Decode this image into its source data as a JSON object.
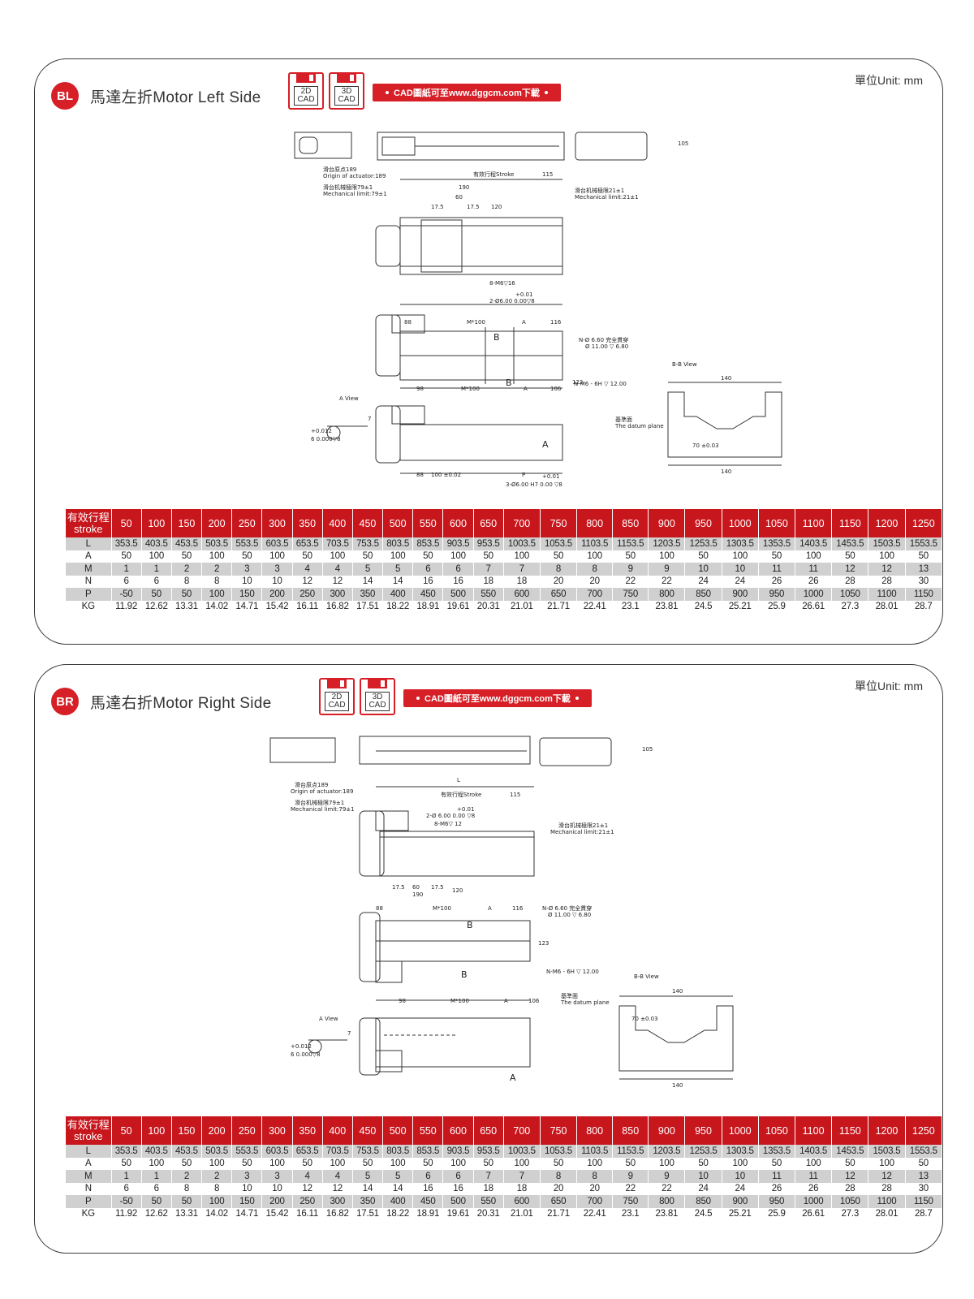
{
  "unit_label": "單位Unit: mm",
  "cad": {
    "label_2d_top": "2D",
    "label_2d_bottom": "CAD",
    "label_3d_top": "3D",
    "label_3d_bottom": "CAD",
    "link": "CAD圖紙可至www.dggcm.com下載"
  },
  "colors": {
    "accent": "#d61f26",
    "header": "#c8161d",
    "shade": "#d0d0d0"
  },
  "sections": [
    {
      "badge": "BL",
      "title": "馬達左折Motor Left Side",
      "drawing": {
        "origin_zh": "滑台原点189",
        "origin_en": "Origin of actuator:189",
        "mech_left_zh": "滑台机械極限79±1",
        "mech_left_en": "Mechanical limit:79±1",
        "mech_right_zh": "滑台机械極限21±1",
        "mech_right_en": "Mechanical limit:21±1",
        "stroke": "有效行程Stroke",
        "d115": "115",
        "d190": "190",
        "d60": "60",
        "d175a": "17.5",
        "d175b": "17.5",
        "d120": "120",
        "m6": "8-M6▽16",
        "pin": "2-Ø6.00 0.00▽8",
        "tol": "+0.01",
        "d88": "88",
        "m100": "M*100",
        "a": "A",
        "d116": "116",
        "d98": "98",
        "d106": "106",
        "n_hole": "N-Ø 6.60 完全貫穿",
        "n_cb": "Ø 11.00 ▽ 6.80",
        "n_m6": "N-M6 - 6H ▽ 12.00",
        "d123": "123",
        "d105": "105",
        "b": "B",
        "bb_view": "B-B View",
        "d140": "140",
        "datum_zh": "基準面",
        "datum_en": "The datum plane",
        "d70": "70 ±0.03",
        "a_view": "A View",
        "a_tol": "+0.012",
        "a_dim": "6 0.000▽8",
        "a_7": "7",
        "p": "P",
        "p100": "100 ±0.02",
        "p3": "3-Ø6.00 H7  0.00 ▽8",
        "a_mark": "A"
      }
    },
    {
      "badge": "BR",
      "title": "馬達右折Motor Right Side",
      "drawing": {
        "origin_zh": "滑台原点189",
        "origin_en": "Origin of actuator:189",
        "mech_left_zh": "滑台机械極限79±1",
        "mech_left_en": "Mechanical limit:79±1",
        "mech_right_zh": "滑台机械極限21±1",
        "mech_right_en": "Mechanical limit:21±1",
        "stroke": "有效行程Stroke",
        "d115": "115",
        "d190": "190",
        "d60": "60",
        "d175a": "17.5",
        "d175b": "17.5",
        "d120": "120",
        "m6": "8-M6▽ 12",
        "pin": "2-Ø 6.00  0.00 ▽8",
        "tol": "+0.01",
        "l": "L",
        "d88": "88",
        "m100": "M*100",
        "a": "A",
        "d116": "116",
        "d98": "98",
        "d106": "106",
        "n_hole": "N-Ø 6.60 完全貫穿",
        "n_cb": "Ø 11.00 ▽ 6.80",
        "n_m6": "N-M6 - 6H ▽ 12.00",
        "d123": "123",
        "d105": "105",
        "b": "B",
        "bb_view": "B-B View",
        "d140": "140",
        "datum_zh": "基準面",
        "datum_en": "The datum plane",
        "d70": "70 ±0.03",
        "a_view": "A View",
        "a_tol": "+0.012",
        "a_dim": "6 0.000▽8",
        "a_7": "7",
        "a_mark": "A"
      }
    }
  ],
  "table": {
    "header_label_zh": "有效行程",
    "header_label_en": "stroke",
    "strokes": [
      "50",
      "100",
      "150",
      "200",
      "250",
      "300",
      "350",
      "400",
      "450",
      "500",
      "550",
      "600",
      "650",
      "700",
      "750",
      "800",
      "850",
      "900",
      "950",
      "1000",
      "1050",
      "1100",
      "1150",
      "1200",
      "1250"
    ],
    "rows": [
      {
        "label": "L",
        "values": [
          "353.5",
          "403.5",
          "453.5",
          "503.5",
          "553.5",
          "603.5",
          "653.5",
          "703.5",
          "753.5",
          "803.5",
          "853.5",
          "903.5",
          "953.5",
          "1003.5",
          "1053.5",
          "1103.5",
          "1153.5",
          "1203.5",
          "1253.5",
          "1303.5",
          "1353.5",
          "1403.5",
          "1453.5",
          "1503.5",
          "1553.5"
        ]
      },
      {
        "label": "A",
        "values": [
          "50",
          "100",
          "50",
          "100",
          "50",
          "100",
          "50",
          "100",
          "50",
          "100",
          "50",
          "100",
          "50",
          "100",
          "50",
          "100",
          "50",
          "100",
          "50",
          "100",
          "50",
          "100",
          "50",
          "100",
          "50"
        ]
      },
      {
        "label": "M",
        "values": [
          "1",
          "1",
          "2",
          "2",
          "3",
          "3",
          "4",
          "4",
          "5",
          "5",
          "6",
          "6",
          "7",
          "7",
          "8",
          "8",
          "9",
          "9",
          "10",
          "10",
          "11",
          "11",
          "12",
          "12",
          "13"
        ]
      },
      {
        "label": "N",
        "values": [
          "6",
          "6",
          "8",
          "8",
          "10",
          "10",
          "12",
          "12",
          "14",
          "14",
          "16",
          "16",
          "18",
          "18",
          "20",
          "20",
          "22",
          "22",
          "24",
          "24",
          "26",
          "26",
          "28",
          "28",
          "30"
        ]
      },
      {
        "label": "P",
        "values": [
          "-50",
          "50",
          "50",
          "100",
          "150",
          "200",
          "250",
          "300",
          "350",
          "400",
          "450",
          "500",
          "550",
          "600",
          "650",
          "700",
          "750",
          "800",
          "850",
          "900",
          "950",
          "1000",
          "1050",
          "1100",
          "1150"
        ]
      },
      {
        "label": "KG",
        "values": [
          "11.92",
          "12.62",
          "13.31",
          "14.02",
          "14.71",
          "15.42",
          "16.11",
          "16.82",
          "17.51",
          "18.22",
          "18.91",
          "19.61",
          "20.31",
          "21.01",
          "21.71",
          "22.41",
          "23.1",
          "23.81",
          "24.5",
          "25.21",
          "25.9",
          "26.61",
          "27.3",
          "28.01",
          "28.7"
        ]
      }
    ]
  }
}
